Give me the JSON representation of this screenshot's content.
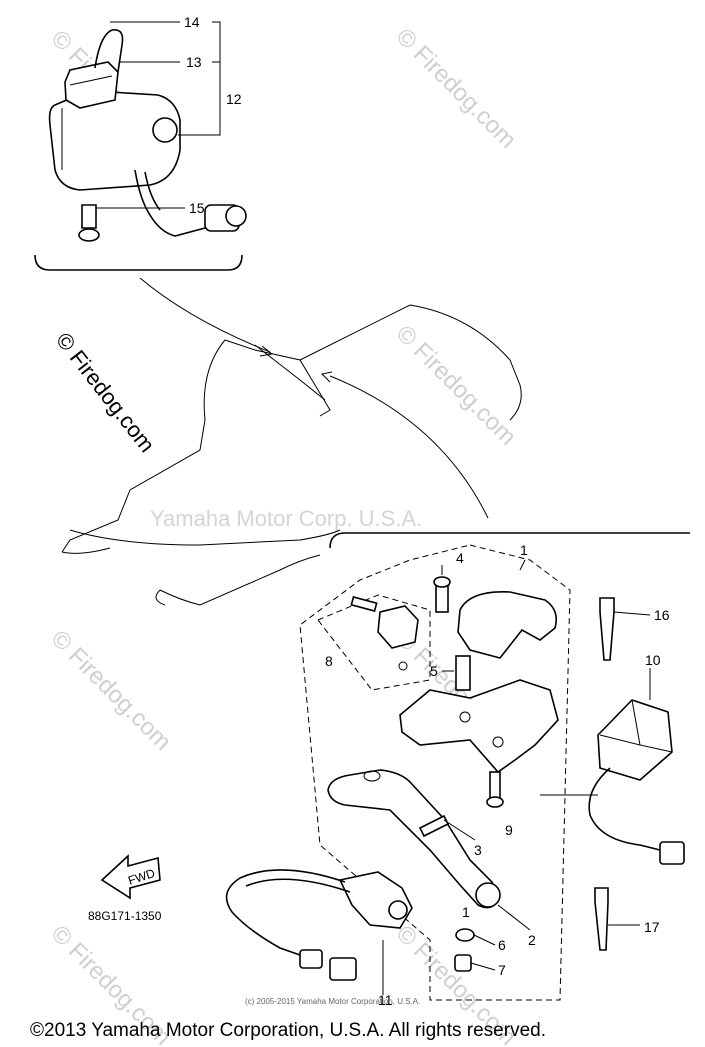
{
  "watermarks": {
    "site": "© Firedog.com",
    "maker": "Yamaha Motor Corp. U.S.A."
  },
  "callouts": {
    "c1": "1",
    "c2": "2",
    "c3": "3",
    "c4": "4",
    "c5": "5",
    "c6": "6",
    "c7": "7",
    "c8": "8",
    "c9": "9",
    "c10": "10",
    "c11": "11",
    "c12": "12",
    "c13": "13",
    "c14": "14",
    "c15": "15",
    "c16": "16",
    "c17": "17",
    "c1b": "1"
  },
  "fwd_label": "FWD",
  "diagram_code": "88G171-1350",
  "fine_print": "(c) 2005-2015 Yamaha Motor Corporation, U.S.A.",
  "copyright": "©2013 Yamaha Motor Corporation, U.S.A. All rights reserved."
}
